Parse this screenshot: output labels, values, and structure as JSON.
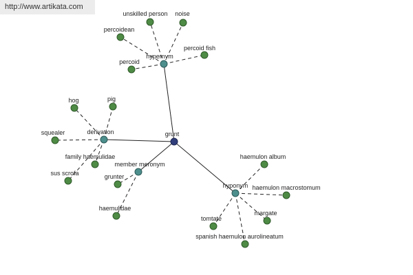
{
  "banner": {
    "url": "http://www.artikata.com"
  },
  "colors": {
    "hub": "#2f3d7a",
    "relation": "#4d8f8c",
    "leaf": "#4e8b45",
    "edge": "#222222",
    "banner_bg": "#ececec"
  },
  "graph": {
    "hub": {
      "id": "grunt",
      "label": "grunt"
    },
    "relations": [
      {
        "id": "hypernym",
        "label": "hypernym",
        "leaves": [
          {
            "id": "unskilled-person",
            "label": "unskilled person"
          },
          {
            "id": "noise",
            "label": "noise"
          },
          {
            "id": "percoidean",
            "label": "percoidean"
          },
          {
            "id": "percoid-fish",
            "label": "percoid fish"
          },
          {
            "id": "percoid",
            "label": "percoid"
          }
        ]
      },
      {
        "id": "derivation",
        "label": "derivation",
        "leaves": [
          {
            "id": "hog",
            "label": "hog"
          },
          {
            "id": "pig",
            "label": "pig"
          },
          {
            "id": "squealer",
            "label": "squealer"
          },
          {
            "id": "family-haemulidae",
            "label": "family haemulidae"
          },
          {
            "id": "sus-scrofa",
            "label": "sus scrofa"
          }
        ]
      },
      {
        "id": "member-meronym",
        "label": "member meronym",
        "leaves": [
          {
            "id": "grunter",
            "label": "grunter"
          },
          {
            "id": "haemulidae",
            "label": "haemulidae"
          }
        ]
      },
      {
        "id": "hyponym",
        "label": "hyponym",
        "leaves": [
          {
            "id": "haemulon-album",
            "label": "haemulon album"
          },
          {
            "id": "haemulon-macrostomum",
            "label": "haemulon macrostomum"
          },
          {
            "id": "margate",
            "label": "margate"
          },
          {
            "id": "tomtate",
            "label": "tomtate"
          },
          {
            "id": "spanish-haemulon-aurolineatum",
            "label": "spanish haemulon aurolineatum"
          }
        ]
      }
    ]
  }
}
